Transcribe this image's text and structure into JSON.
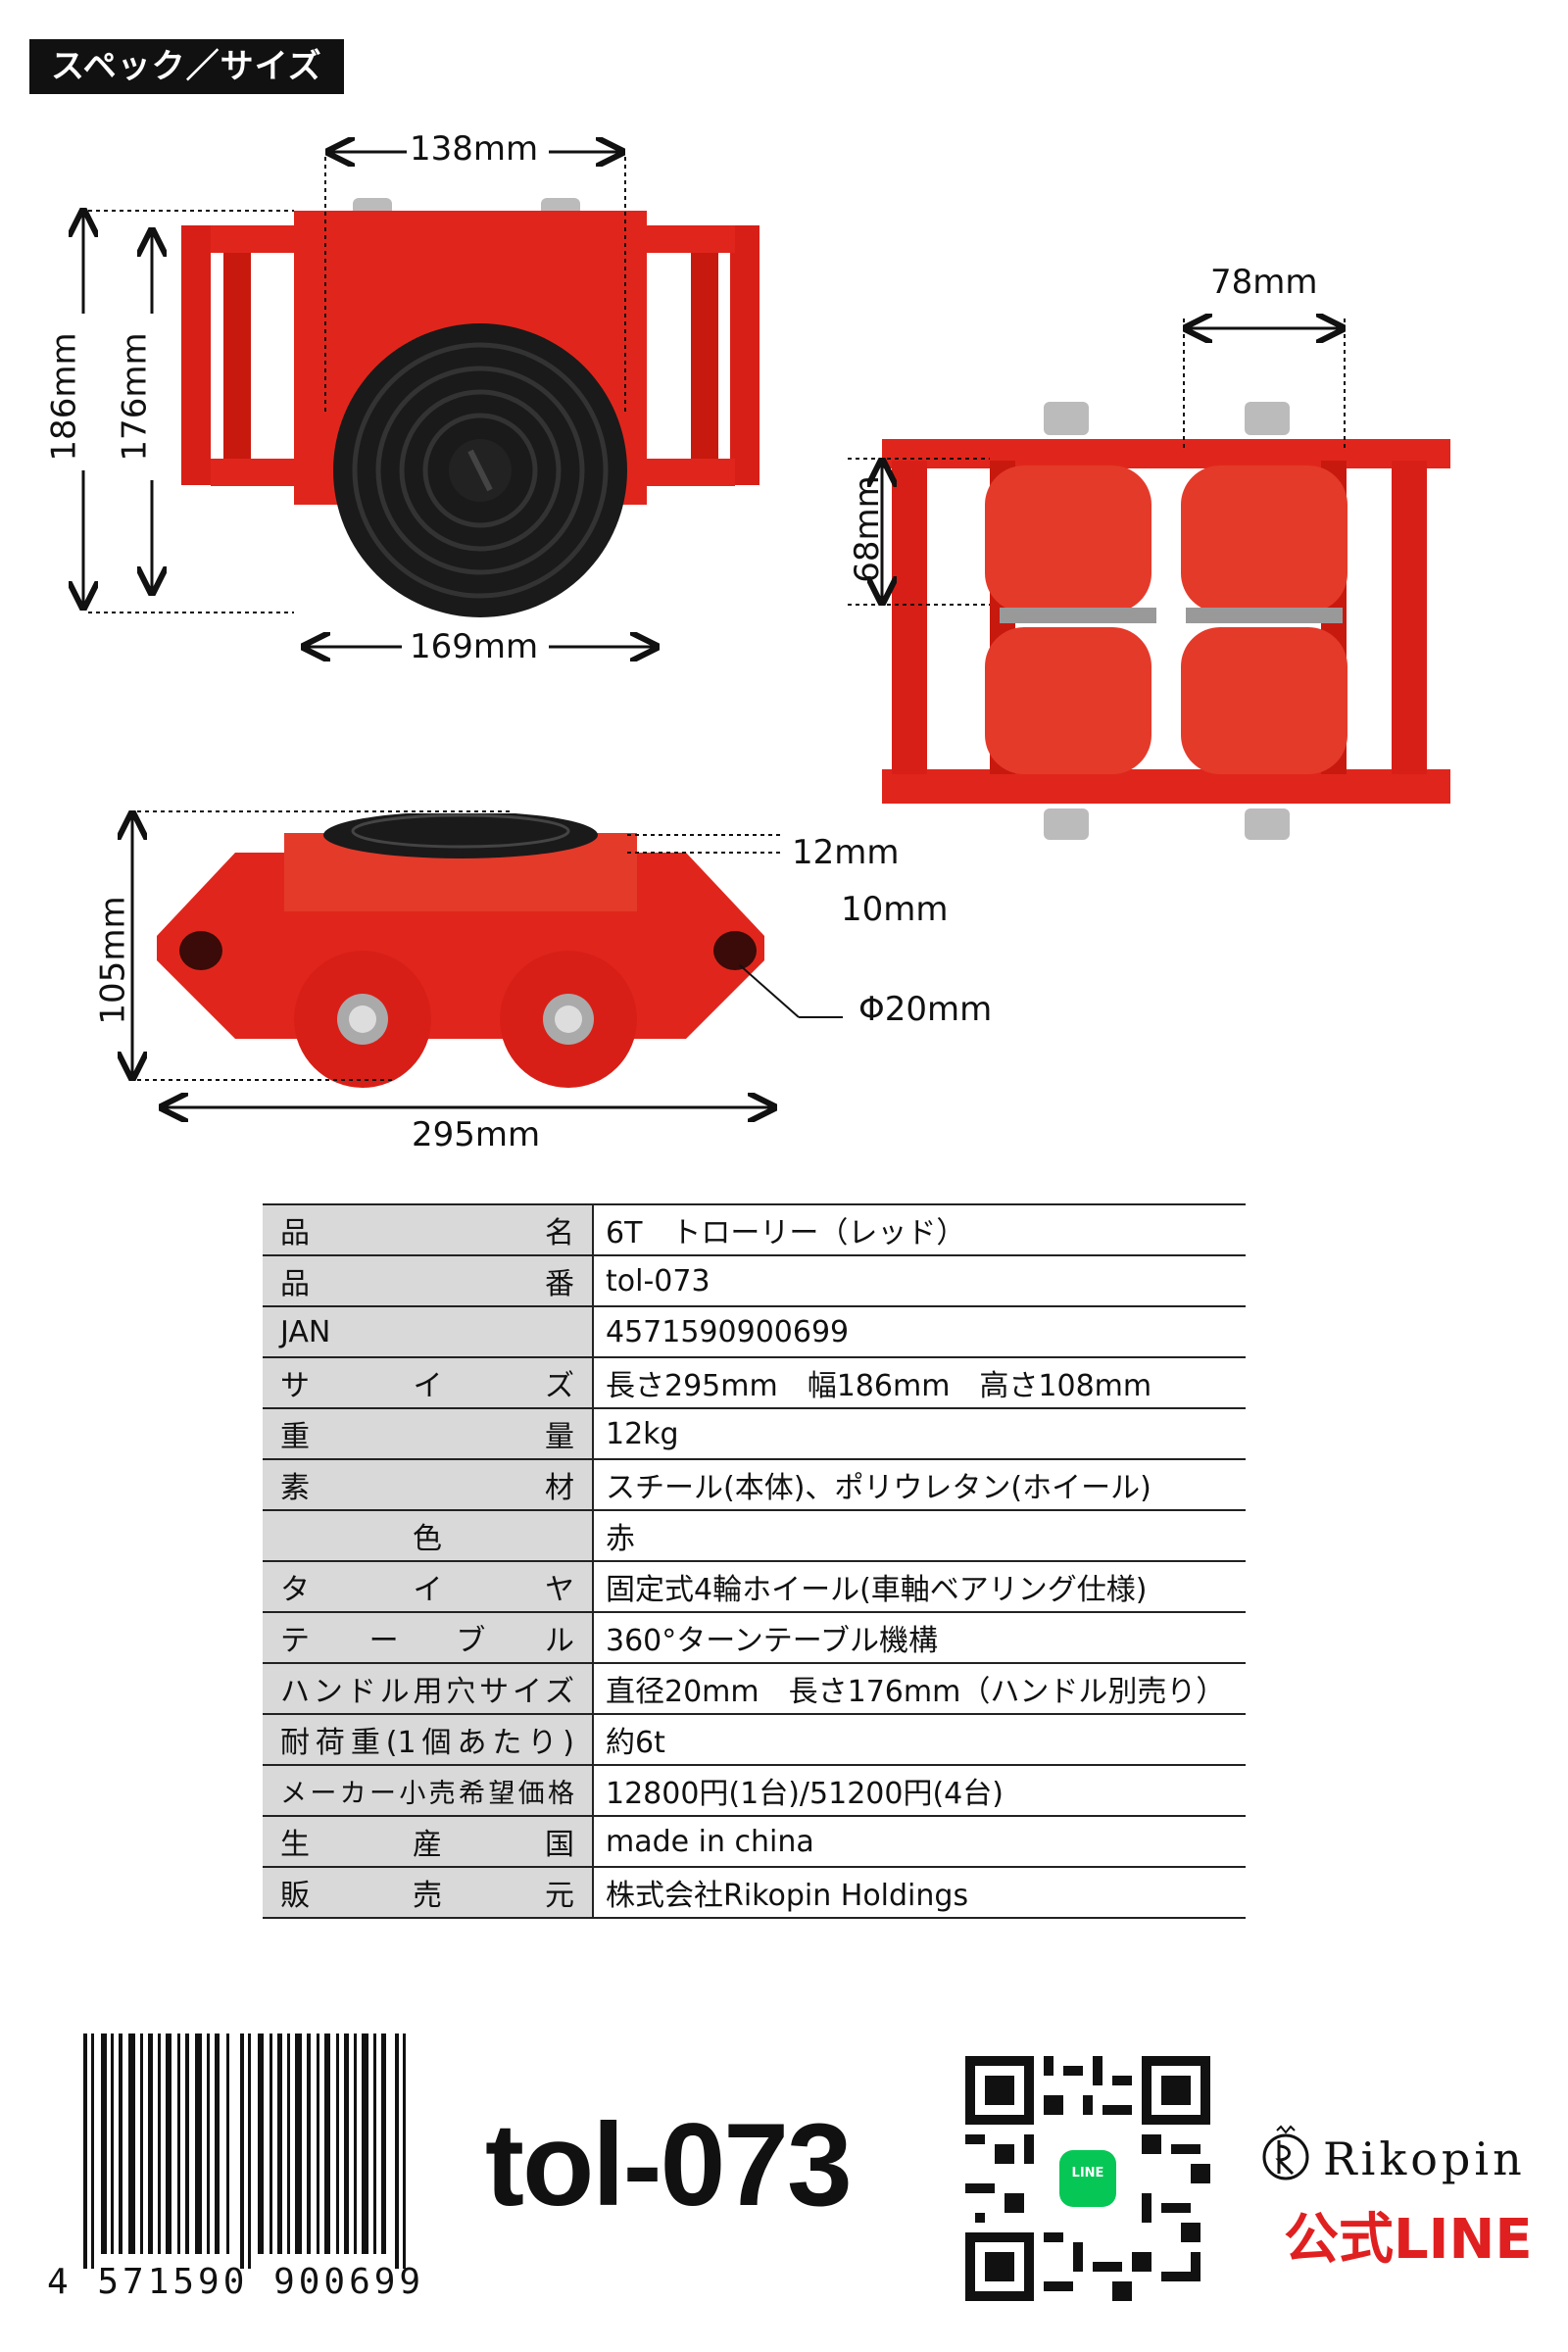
{
  "header": {
    "title": "スペック／サイズ"
  },
  "dimensions": {
    "top_width": "138mm",
    "outer_height": "186mm",
    "inner_height": "176mm",
    "bottom_width": "169mm",
    "wheel_pair_width": "78mm",
    "wheel_height": "68mm",
    "side_height": "105mm",
    "turntable_thickness": "12mm",
    "plate_thickness": "10mm",
    "hole_diameter": "Φ20mm",
    "length": "295mm"
  },
  "spec_table": [
    {
      "label": "品名",
      "value": "6T　トローリー（レッド）"
    },
    {
      "label": "品番",
      "value": "tol-073"
    },
    {
      "label": "JAN",
      "value": "4571590900699"
    },
    {
      "label": "サイズ",
      "value": "長さ295mm　幅186mm　高さ108mm"
    },
    {
      "label": "重量",
      "value": "12kg"
    },
    {
      "label": "素材",
      "value": "スチール(本体)、ポリウレタン(ホイール)"
    },
    {
      "label": "色",
      "value": "赤"
    },
    {
      "label": "タイヤ",
      "value": "固定式4輪ホイール(車軸ベアリング仕様)"
    },
    {
      "label": "テーブル",
      "value": "360°ターンテーブル機構"
    },
    {
      "label": "ハンドル用穴サイズ",
      "value": "直径20mm　長さ176mm（ハンドル別売り）"
    },
    {
      "label": "耐荷重(1個あたり)",
      "value": "約6t"
    },
    {
      "label": "メーカー小売希望価格",
      "value": "12800円(1台)/51200円(4台)"
    },
    {
      "label": "生産国",
      "value": "made in china"
    },
    {
      "label": "販売元",
      "value": "株式会社Rikopin Holdings"
    }
  ],
  "footer": {
    "barcode_digits": "4 571590 900699",
    "part_number": "tol-073",
    "qr_badge": "LINE",
    "brand": "Rikopin",
    "official_line": "公式LINE"
  },
  "colors": {
    "product_red": "#e0261c",
    "rubber": "#1a1a1a",
    "line_green": "#06c755",
    "accent_red": "#e02020"
  }
}
